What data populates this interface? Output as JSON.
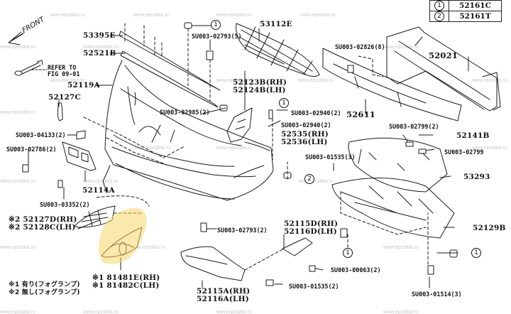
{
  "diagram": {
    "direction_label": "FRONT",
    "refer_note": [
      "REFER TO",
      "FIG 09-01"
    ],
    "legend": [
      {
        "key": "1",
        "part": "52161C"
      },
      {
        "key": "2",
        "part": "52161T"
      }
    ],
    "labels": {
      "p53395e": "53395E",
      "p52521b": "52521B",
      "p52119a": "52119A",
      "p52127c": "52127C",
      "su0402": "SU003-02793(5)",
      "p53112e": "53112E",
      "su02826": "SU003-02826(8)",
      "p52021": "52021",
      "p52123b": "52123B(RH)",
      "p52124b": "52124B(LH)",
      "su02985": "SU003-02985(2)",
      "su02940a": "SU003-02940(2)",
      "su02940b": "SU003-02940(2)",
      "p52611": "52611",
      "p52535": "52535(RH)",
      "p52536": "52536(LH)",
      "su01535a": "SU003-01535(3)",
      "su04133": "SU003-04133(2)",
      "su02786": "SU003-02786(2)",
      "p52114a": "52114A",
      "su03352": "SU003-03352(2)",
      "su02799a": "SU003-02799(2)",
      "p52141b": "52141B",
      "su02799b": "SU003-02799",
      "p53293": "53293",
      "p52127d": "※2 52127D(RH)",
      "p52128c": "※2 52128C(LH)",
      "su02793b": "SU003-02793(2)",
      "p52115d": "52115D(RH)",
      "p52116d": "52116D(LH)",
      "p52129b": "52129B",
      "p81481e": "※1 81481E(RH)",
      "p81482c": "※1 81482C(LH)",
      "su00063": "SU003-00063(2)",
      "p52115a": "52115A(RH)",
      "p52116a": "52116A(LH)",
      "su01535b": "SU003-01535(2)",
      "su01514": "SU003-01514(3)"
    },
    "footnotes": [
      "※1 有り(フォグランプ)",
      "※2 無し(フォグランプ)"
    ],
    "callouts": {
      "one": "1",
      "two": "2"
    },
    "highlight_color": "#f6d66a",
    "watermark": "www.epcdata.ru"
  }
}
